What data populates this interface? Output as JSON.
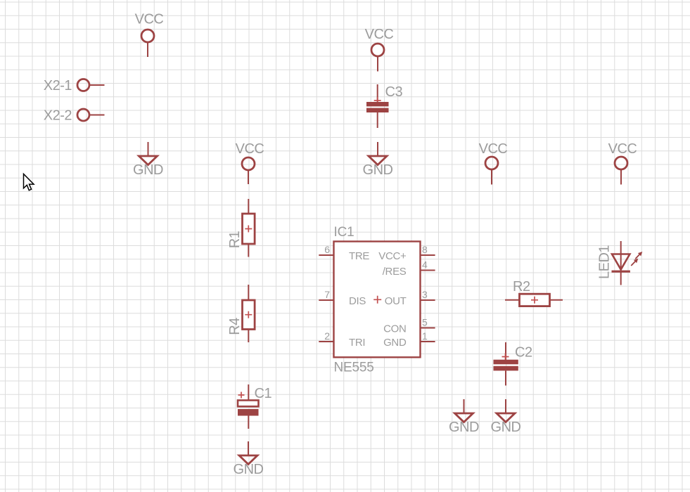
{
  "editor": {
    "type": "schematic-canvas",
    "colors": {
      "background": "#ffffff",
      "grid": "#dcdcdc",
      "symbol": "#9d4343",
      "origin_mark": "#c25050",
      "label": "#9c9c9c"
    }
  },
  "power_flags": {
    "vcc": [
      {
        "label": "VCC"
      },
      {
        "label": "VCC"
      },
      {
        "label": "VCC"
      },
      {
        "label": "VCC"
      },
      {
        "label": "VCC"
      }
    ],
    "gnd": [
      {
        "label": "GND"
      },
      {
        "label": "GND"
      },
      {
        "label": "GND"
      },
      {
        "label": "GND"
      },
      {
        "label": "GND"
      }
    ]
  },
  "connector_pins": [
    {
      "label": "X2-1"
    },
    {
      "label": "X2-2"
    }
  ],
  "components": {
    "ic1": {
      "ref": "IC1",
      "value": "NE555",
      "left_pins": [
        {
          "number": "6",
          "name": "TRE"
        },
        {
          "number": "7",
          "name": "DIS"
        },
        {
          "number": "2",
          "name": "TRI"
        }
      ],
      "right_pins": [
        {
          "number": "8",
          "name": "VCC+"
        },
        {
          "number": "4",
          "name": "/RES"
        },
        {
          "number": "3",
          "name": "OUT"
        },
        {
          "number": "5",
          "name": "CON"
        },
        {
          "number": "1",
          "name": "GND"
        }
      ]
    },
    "r1": {
      "ref": "R1"
    },
    "r4": {
      "ref": "R4"
    },
    "r2": {
      "ref": "R2"
    },
    "c1": {
      "ref": "C1",
      "polarity_mark": "+"
    },
    "c2": {
      "ref": "C2"
    },
    "c3": {
      "ref": "C3"
    },
    "led1": {
      "ref": "LED1"
    }
  }
}
